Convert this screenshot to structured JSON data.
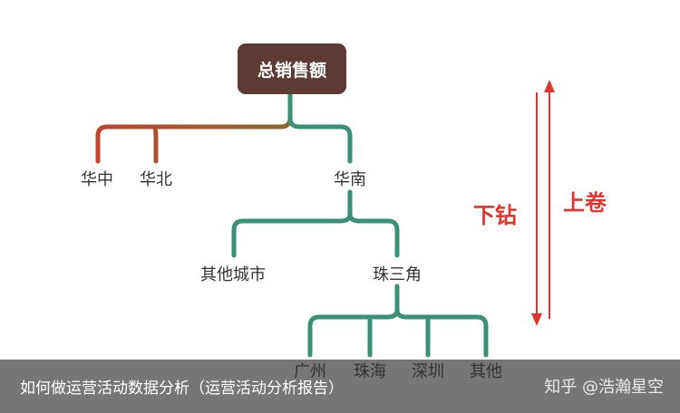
{
  "diagram": {
    "root": "总销售额",
    "level1": [
      "华中",
      "华北",
      "华南"
    ],
    "level2": [
      "其他城市",
      "珠三角"
    ],
    "level3": [
      "广州",
      "珠海",
      "深圳",
      "其他"
    ],
    "drill_down": "下钻",
    "roll_up": "上卷"
  },
  "caption": "如何做运营活动数据分析（运营活动分析报告）",
  "watermark": "知乎 @浩瀚星空",
  "colors": {
    "root_fill": "#5e3a36",
    "branch_brown": "#b8502b",
    "branch_green": "#3a8f77",
    "arrow_red": "#e4332d"
  }
}
